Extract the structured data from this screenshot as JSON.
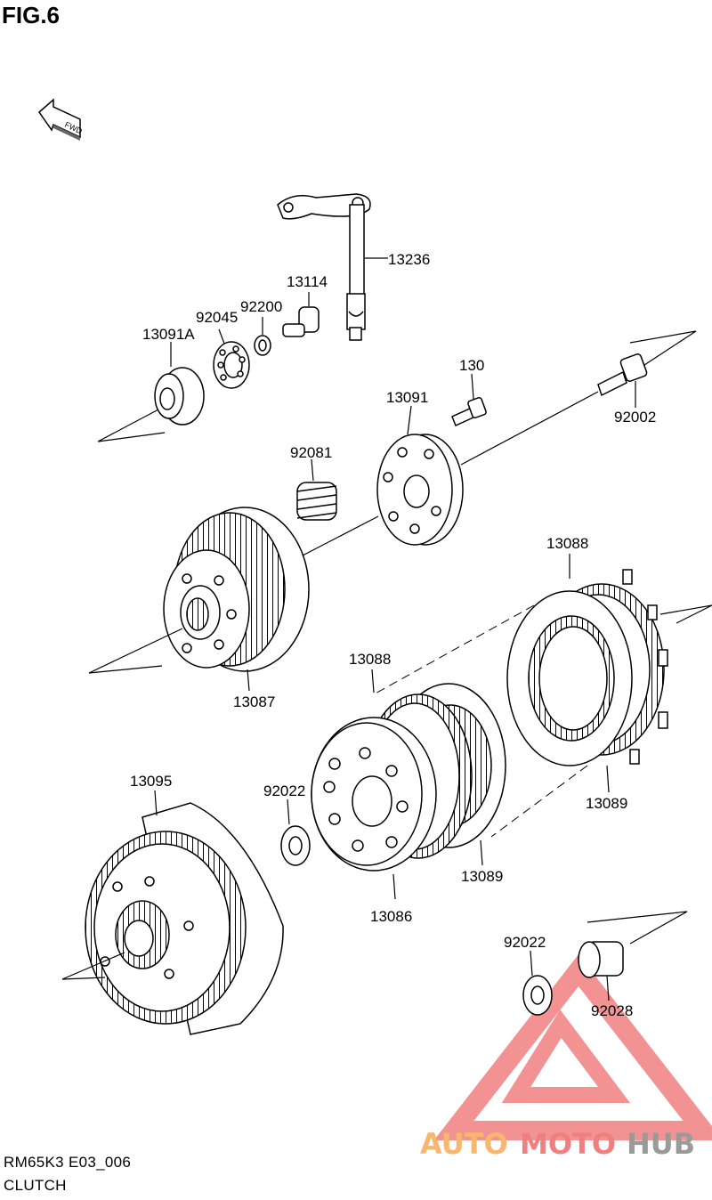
{
  "figure": {
    "title": "FIG.6",
    "model_code": "RM65K3 E03_006",
    "section_name": "CLUTCH",
    "fwd_label": "FWD"
  },
  "part_labels": {
    "p13236": "13236",
    "p13114": "13114",
    "p92200": "92200",
    "p92045": "92045",
    "p13091A": "13091A",
    "p130": "130",
    "p92002": "92002",
    "p13091": "13091",
    "p92081": "92081",
    "p13088a": "13088",
    "p13088b": "13088",
    "p13087": "13087",
    "p13095": "13095",
    "p92022a": "92022",
    "p13089a": "13089",
    "p13089b": "13089",
    "p13086": "13086",
    "p92022b": "92022",
    "p92028": "92028"
  },
  "watermark": {
    "part1": "AUTO",
    "part2": "MOTO",
    "part3": "HUB",
    "colors": {
      "triangle": "#f08080",
      "auto": "#f7b76e",
      "moto": "#f08080",
      "hub": "#9a9a9a"
    }
  }
}
